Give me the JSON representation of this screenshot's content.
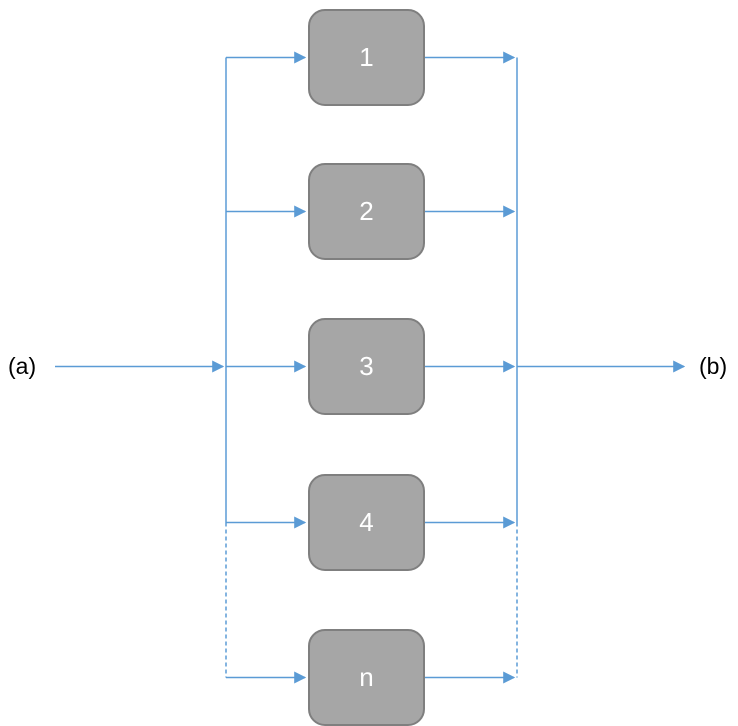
{
  "diagram": {
    "type": "parallel-block-diagram",
    "input_label": "(a)",
    "output_label": "(b)",
    "blocks": [
      {
        "id": "block-1",
        "label": "1"
      },
      {
        "id": "block-2",
        "label": "2"
      },
      {
        "id": "block-3",
        "label": "3"
      },
      {
        "id": "block-4",
        "label": "4"
      },
      {
        "id": "block-n",
        "label": "n"
      }
    ],
    "connectors": {
      "style": "arrow",
      "dashed_segment": "between row 4 and row n on both buses"
    },
    "colors": {
      "connector": "#5B9BD5",
      "block_fill": "#A6A6A6",
      "block_border": "#7F7F7F",
      "block_text": "#FFFFFF",
      "label_text": "#000000",
      "background": "#FFFFFF"
    }
  }
}
